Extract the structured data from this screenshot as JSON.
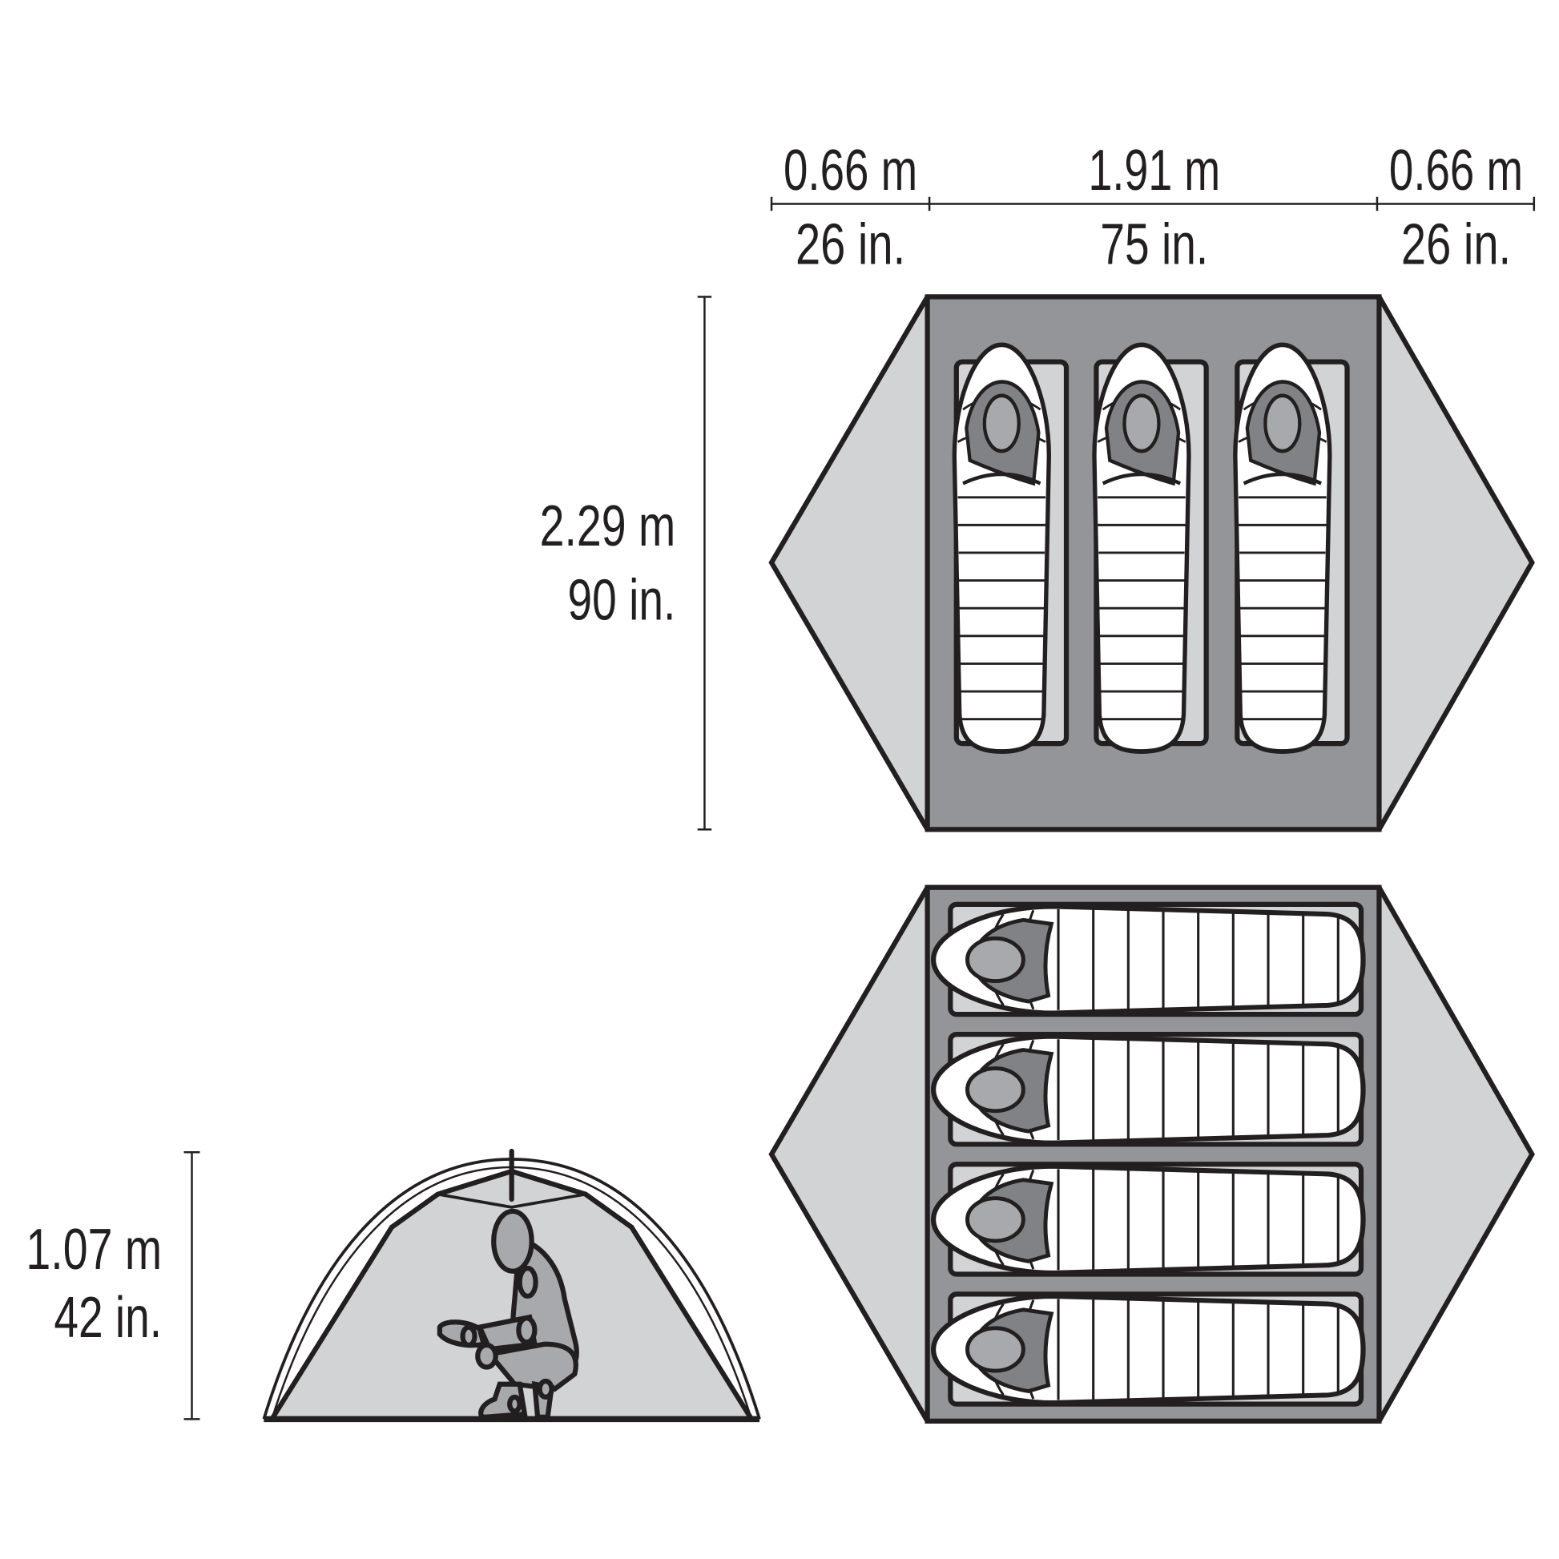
{
  "figure": {
    "type": "tent-dimension-diagram",
    "colors": {
      "ink": "#231f20",
      "floor_dark": "#939598",
      "vestibule_light": "#d1d3d4",
      "head": "#a7a9ac",
      "hood": "#808285",
      "bag": "#ffffff"
    }
  },
  "top_dimensions": {
    "left_vestibule": {
      "metric": "0.66 m",
      "imperial": "26 in."
    },
    "floor_length": {
      "metric": "1.91 m",
      "imperial": "75 in."
    },
    "right_vestibule": {
      "metric": "0.66 m",
      "imperial": "26 in."
    }
  },
  "side_dimension": {
    "metric": "2.29 m",
    "imperial": "90 in."
  },
  "height_dimension": {
    "metric": "1.07 m",
    "imperial": "42 in."
  },
  "plans": [
    {
      "name": "plan-3-person",
      "sleepers": 3,
      "orientation": "vertical"
    },
    {
      "name": "plan-4-person",
      "sleepers": 4,
      "orientation": "horizontal"
    }
  ],
  "side_view": {
    "figure": "crouching person",
    "tent": "dome with center pole"
  }
}
